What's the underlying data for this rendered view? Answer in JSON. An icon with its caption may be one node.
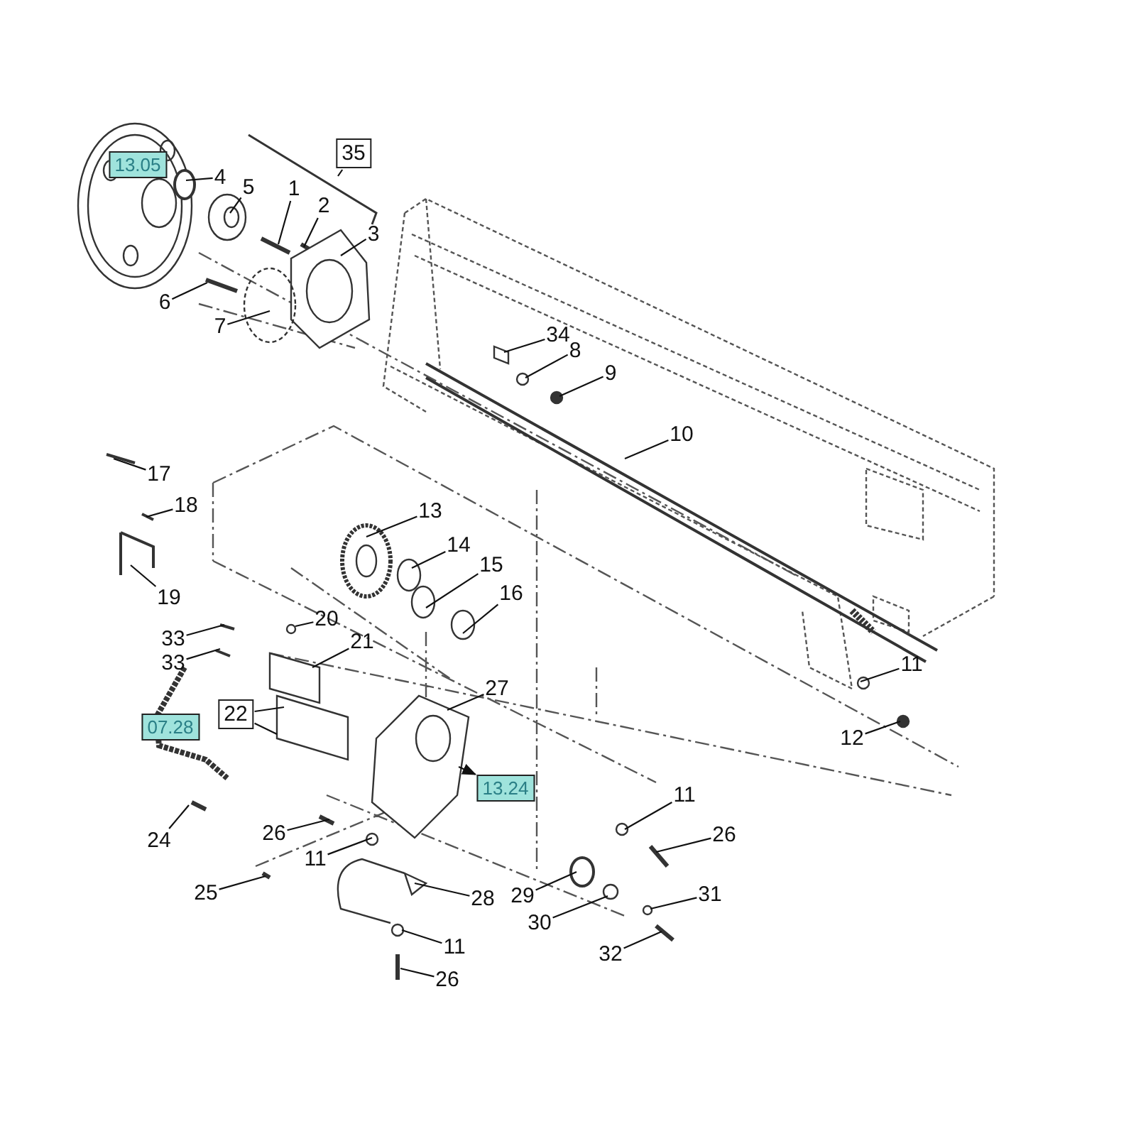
{
  "diagram": {
    "nodes": [
      {
        "text": [
          "13.05"
        ]
      },
      {
        "text": [
          "35"
        ]
      },
      {
        "text": [
          "4"
        ]
      },
      {
        "text": [
          "5"
        ]
      },
      {
        "text": [
          "1"
        ]
      },
      {
        "text": [
          "2"
        ]
      },
      {
        "text": [
          "3"
        ]
      },
      {
        "text": [
          "6"
        ]
      },
      {
        "text": [
          "7"
        ]
      },
      {
        "text": [
          "34"
        ]
      },
      {
        "text": [
          "8"
        ]
      },
      {
        "text": [
          "9"
        ]
      },
      {
        "text": [
          "10"
        ]
      },
      {
        "text": [
          "17"
        ]
      },
      {
        "text": [
          "18"
        ]
      },
      {
        "text": [
          "19"
        ]
      },
      {
        "text": [
          "13"
        ]
      },
      {
        "text": [
          "14"
        ]
      },
      {
        "text": [
          "15"
        ]
      },
      {
        "text": [
          "16"
        ]
      },
      {
        "text": [
          "20"
        ]
      },
      {
        "text": [
          "33"
        ]
      },
      {
        "text": [
          "33"
        ]
      },
      {
        "text": [
          "21"
        ]
      },
      {
        "text": [
          "11"
        ]
      },
      {
        "text": [
          "12"
        ]
      },
      {
        "text": [
          "07.28"
        ]
      },
      {
        "text": [
          "22"
        ]
      },
      {
        "text": [
          "27"
        ]
      },
      {
        "text": [
          "13.24"
        ]
      },
      {
        "text": [
          "24"
        ]
      },
      {
        "text": [
          "26"
        ]
      },
      {
        "text": [
          "11"
        ]
      },
      {
        "text": [
          "25"
        ]
      },
      {
        "text": [
          "28"
        ]
      },
      {
        "text": [
          "11"
        ]
      },
      {
        "text": [
          "26"
        ]
      },
      {
        "text": [
          "29"
        ]
      },
      {
        "text": [
          "30"
        ]
      },
      {
        "text": [
          "31"
        ]
      },
      {
        "text": [
          "32"
        ]
      },
      {
        "text": [
          "11"
        ]
      },
      {
        "text": [
          "26"
        ]
      }
    ],
    "edges": [
      {
        "from": 1,
        "to": null,
        "arrow": "none"
      },
      {
        "from": 2,
        "to": null,
        "arrow": "none"
      },
      {
        "from": 3,
        "to": null,
        "arrow": "none"
      },
      {
        "from": 4,
        "to": null,
        "arrow": "none"
      },
      {
        "from": 5,
        "to": null,
        "arrow": "none"
      },
      {
        "from": 6,
        "to": null,
        "arrow": "none"
      },
      {
        "from": 7,
        "to": null,
        "arrow": "none"
      },
      {
        "from": 8,
        "to": null,
        "arrow": "none"
      },
      {
        "from": 9,
        "to": null,
        "arrow": "none"
      },
      {
        "from": 10,
        "to": null,
        "arrow": "none"
      },
      {
        "from": 11,
        "to": null,
        "arrow": "none"
      },
      {
        "from": 12,
        "to": null,
        "arrow": "none"
      },
      {
        "from": 13,
        "to": null,
        "arrow": "none"
      },
      {
        "from": 14,
        "to": null,
        "arrow": "none"
      },
      {
        "from": 15,
        "to": null,
        "arrow": "none"
      },
      {
        "from": 16,
        "to": null,
        "arrow": "none"
      },
      {
        "from": 17,
        "to": null,
        "arrow": "none"
      },
      {
        "from": 18,
        "to": null,
        "arrow": "none"
      },
      {
        "from": 19,
        "to": null,
        "arrow": "none"
      },
      {
        "from": 20,
        "to": null,
        "arrow": "none"
      },
      {
        "from": 21,
        "to": null,
        "arrow": "none"
      },
      {
        "from": 22,
        "to": null,
        "arrow": "none"
      },
      {
        "from": 23,
        "to": null,
        "arrow": "none"
      },
      {
        "from": 24,
        "to": null,
        "arrow": "none"
      },
      {
        "from": 25,
        "to": null,
        "arrow": "none"
      },
      {
        "from": 27,
        "to": null,
        "arrow": "none"
      },
      {
        "from": 27,
        "to": null,
        "arrow": "none"
      },
      {
        "from": 28,
        "to": null,
        "arrow": "none"
      },
      {
        "from": null,
        "to": 29,
        "arrow": "to"
      },
      {
        "from": 30,
        "to": null,
        "arrow": "none"
      },
      {
        "from": 31,
        "to": null,
        "arrow": "none"
      },
      {
        "from": 32,
        "to": null,
        "arrow": "none"
      },
      {
        "from": 33,
        "to": null,
        "arrow": "none"
      },
      {
        "from": 34,
        "to": null,
        "arrow": "none"
      },
      {
        "from": 35,
        "to": null,
        "arrow": "none"
      },
      {
        "from": 36,
        "to": null,
        "arrow": "none"
      },
      {
        "from": 37,
        "to": null,
        "arrow": "none"
      },
      {
        "from": 38,
        "to": null,
        "arrow": "none"
      },
      {
        "from": 39,
        "to": null,
        "arrow": "none"
      },
      {
        "from": 40,
        "to": null,
        "arrow": "none"
      },
      {
        "from": 41,
        "to": null,
        "arrow": "none"
      },
      {
        "from": 42,
        "to": null,
        "arrow": "none"
      }
    ]
  }
}
